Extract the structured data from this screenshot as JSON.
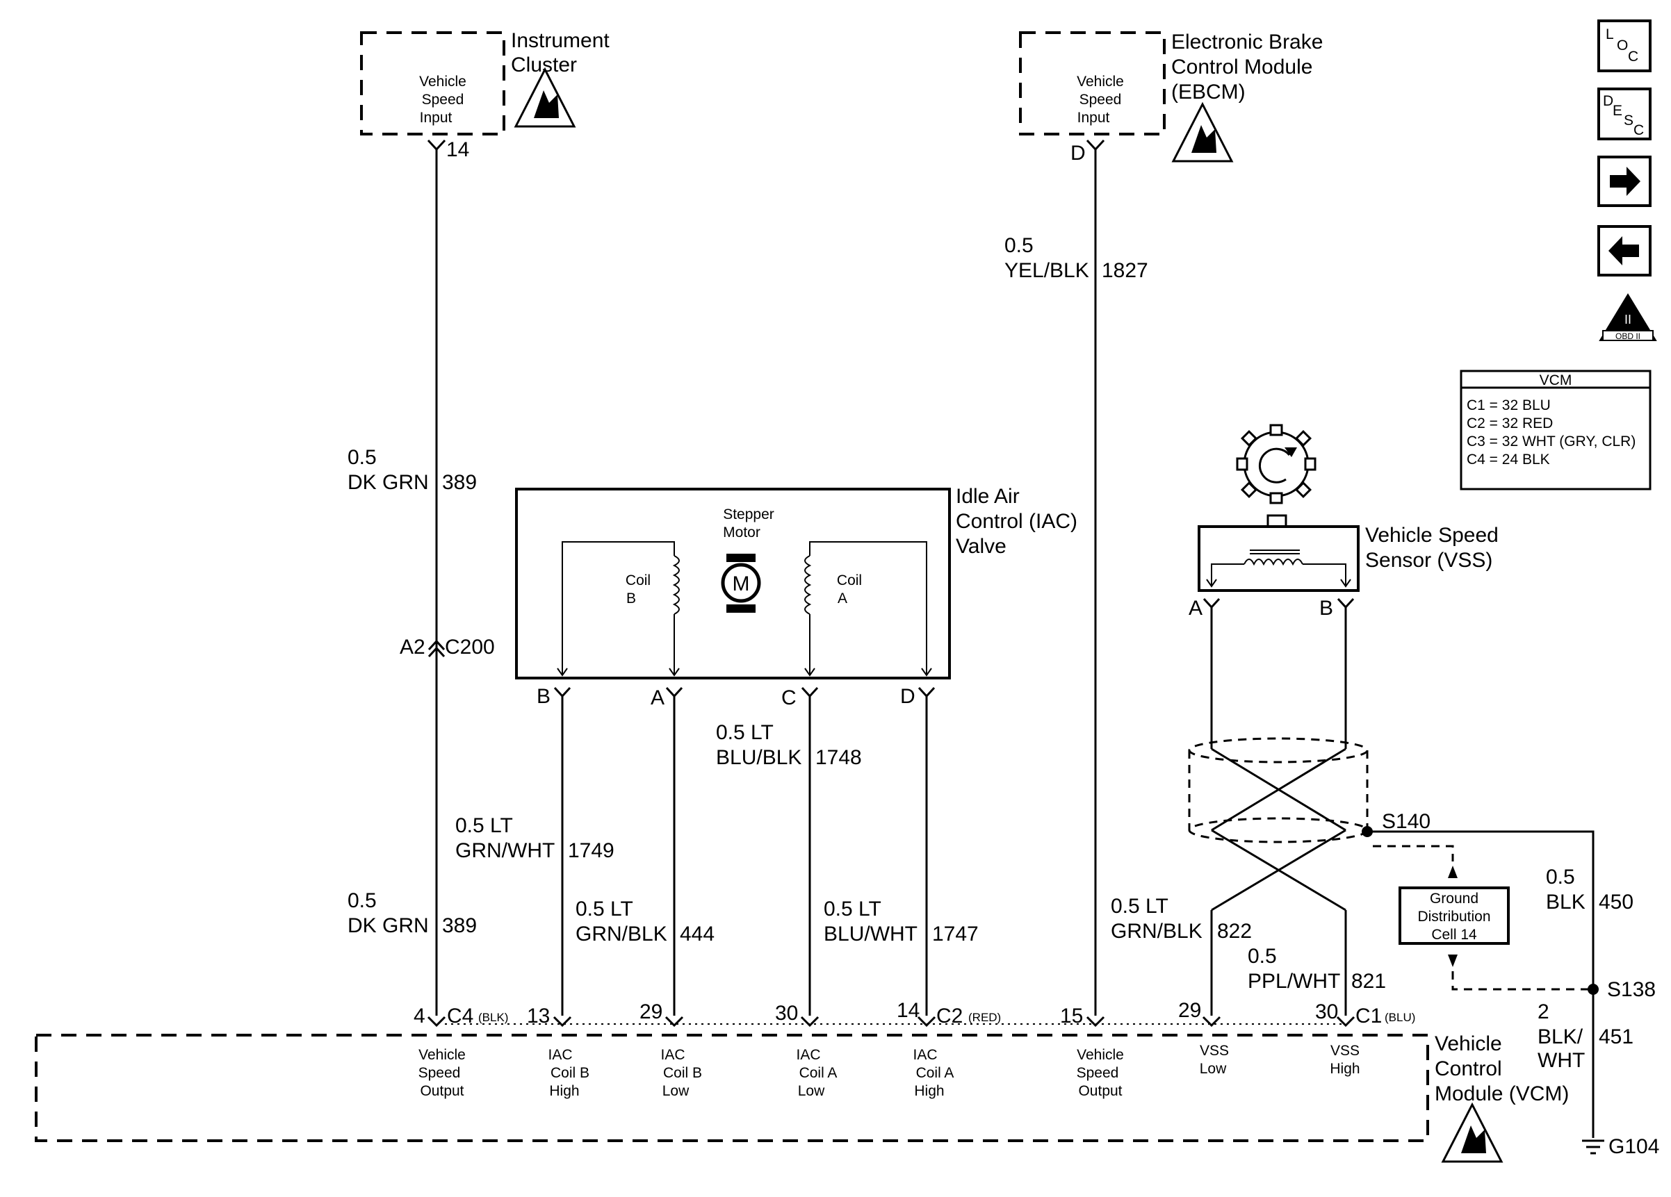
{
  "instrument_cluster": {
    "title1": "Instrument",
    "title2": "Cluster",
    "in1": "Vehicle",
    "in2": "Speed",
    "in3": "Input",
    "pin": "14"
  },
  "ebcm": {
    "title1": "Electronic Brake",
    "title2": "Control Module",
    "title3": "(EBCM)",
    "in1": "Vehicle",
    "in2": "Speed",
    "in3": "Input",
    "pin": "D"
  },
  "wire_389_top": {
    "gauge": "0.5",
    "color": "DK GRN",
    "circuit": "389"
  },
  "wire_389_bottom": {
    "gauge": "0.5",
    "color": "DK GRN",
    "circuit": "389"
  },
  "connector_c200": {
    "pin": "A2",
    "name": "C200"
  },
  "wire_1827": {
    "gauge": "0.5",
    "color": "YEL/BLK",
    "circuit": "1827"
  },
  "iac": {
    "title1": "Idle Air",
    "title2": "Control (IAC)",
    "title3": "Valve",
    "motor1": "Stepper",
    "motor2": "Motor",
    "motor_symbol": "M",
    "coil_b1": "Coil",
    "coil_b2": "B",
    "coil_a1": "Coil",
    "coil_a2": "A",
    "pins": [
      "B",
      "A",
      "C",
      "D"
    ]
  },
  "wire_1749": {
    "gauge": "0.5 LT",
    "color": "GRN/WHT",
    "circuit": "1749"
  },
  "wire_444": {
    "gauge": "0.5 LT",
    "color": "GRN/BLK",
    "circuit": "444"
  },
  "wire_1748": {
    "gauge": "0.5 LT",
    "color": "BLU/BLK",
    "circuit": "1748"
  },
  "wire_1747": {
    "gauge": "0.5 LT",
    "color": "BLU/WHT",
    "circuit": "1747"
  },
  "vss": {
    "title1": "Vehicle Speed",
    "title2": "Sensor (VSS)",
    "pin_a": "A",
    "pin_b": "B"
  },
  "splice_s140": "S140",
  "splice_s138": "S138",
  "ground_g104": "G104",
  "ground_dist": {
    "l1": "Ground",
    "l2": "Distribution",
    "l3": "Cell 14"
  },
  "wire_822": {
    "gauge": "0.5 LT",
    "color": "GRN/BLK",
    "circuit": "822"
  },
  "wire_821": {
    "gauge": "0.5",
    "color": "PPL/WHT",
    "circuit": "821"
  },
  "wire_450": {
    "gauge": "0.5",
    "color": "BLK",
    "circuit": "450"
  },
  "wire_451": {
    "gauge": "2",
    "color1": "BLK/",
    "color2": "WHT",
    "circuit": "451"
  },
  "vcm_pins": {
    "p4": "4",
    "c4": "C4",
    "c4_color": "(BLK)",
    "p13": "13",
    "p29a": "29",
    "p30a": "30",
    "p14": "14",
    "c2": "C2",
    "c2_color": "(RED)",
    "p15": "15",
    "p29b": "29",
    "p30b": "30",
    "c1": "C1",
    "c1_color": "(BLU)"
  },
  "vcm": {
    "title1": "Vehicle",
    "title2": "Control",
    "title3": "Module (VCM)"
  },
  "vcm_labels": {
    "vso": [
      "Vehicle",
      "Speed",
      "Output"
    ],
    "iac_b_high": [
      "IAC",
      "Coil B",
      "High"
    ],
    "iac_b_low": [
      "IAC",
      "Coil B",
      "Low"
    ],
    "iac_a_low": [
      "IAC",
      "Coil A",
      "Low"
    ],
    "iac_a_high": [
      "IAC",
      "Coil A",
      "High"
    ],
    "vso2": [
      "Vehicle",
      "Speed",
      "Output"
    ],
    "vss_low": [
      "VSS",
      "Low"
    ],
    "vss_high": [
      "VSS",
      "High"
    ]
  },
  "vcm_table": {
    "title": "VCM",
    "rows": [
      "C1 = 32 BLU",
      "C2 = 32 RED",
      "C3 = 32 WHT (GRY, CLR)",
      "C4 = 24 BLK"
    ]
  },
  "side_icons": {
    "loc": [
      "L",
      "O",
      "C"
    ],
    "desc": [
      "D",
      "E",
      "S",
      "C"
    ],
    "obd": "II",
    "obd_label": "OBD II"
  }
}
